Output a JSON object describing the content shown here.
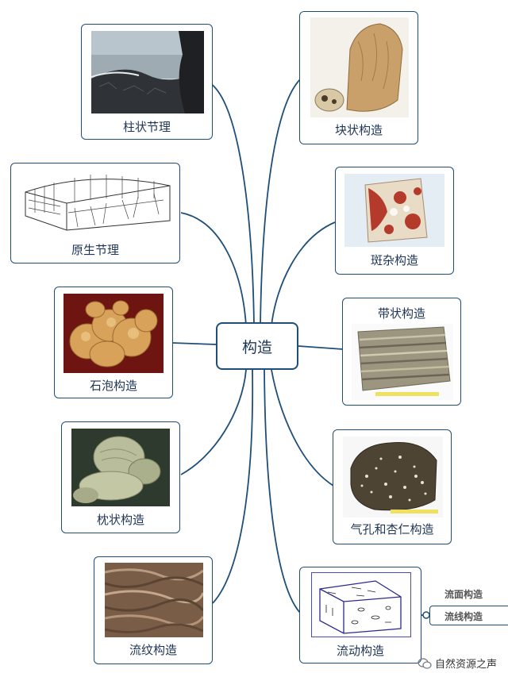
{
  "center": {
    "label": "构造"
  },
  "nodes": {
    "columnar_jointing": "柱状节理",
    "primary_jointing": "原生节理",
    "lithophysa": "石泡构造",
    "pillow": "枕状构造",
    "flow_banding": "流纹构造",
    "massive": "块状构造",
    "mottled": "斑杂构造",
    "banded": "带状构造",
    "vesicular_amygdaloidal": "气孔和杏仁构造",
    "flow": "流动构造"
  },
  "flow_children": [
    "流面构造",
    "流线构造"
  ],
  "watermark": "自然资源之声",
  "colors": {
    "line": "#1f4e79",
    "text": "#1f3554"
  }
}
